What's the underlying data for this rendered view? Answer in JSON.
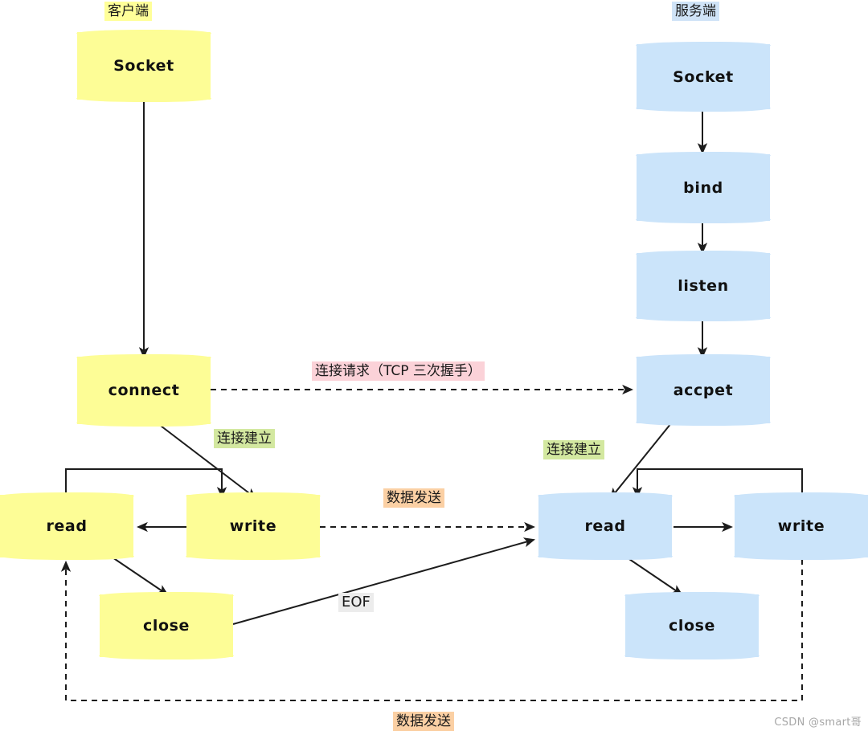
{
  "diagram": {
    "title": "Socket TCP client-server call flow",
    "columns": {
      "client": {
        "label": "客户端",
        "color": "#ffff99"
      },
      "server": {
        "label": "服务端",
        "color": "#cfe3f7"
      }
    },
    "client_nodes": [
      {
        "id": "c-socket",
        "label": "Socket"
      },
      {
        "id": "c-connect",
        "label": "connect"
      },
      {
        "id": "c-read",
        "label": "read"
      },
      {
        "id": "c-write",
        "label": "write"
      },
      {
        "id": "c-close",
        "label": "close"
      }
    ],
    "server_nodes": [
      {
        "id": "s-socket",
        "label": "Socket"
      },
      {
        "id": "s-bind",
        "label": "bind"
      },
      {
        "id": "s-listen",
        "label": "listen"
      },
      {
        "id": "s-accpet",
        "label": "accpet"
      },
      {
        "id": "s-read",
        "label": "read"
      },
      {
        "id": "s-write",
        "label": "write"
      },
      {
        "id": "s-close",
        "label": "close"
      }
    ],
    "annotations": [
      {
        "id": "handshake",
        "text": "连接请求（TCP 三次握手）",
        "color": "#fbd2d8"
      },
      {
        "id": "client-established",
        "text": "连接建立",
        "color": "#d3e8a0"
      },
      {
        "id": "server-established",
        "text": "连接建立",
        "color": "#d3e8a0"
      },
      {
        "id": "data-send-top",
        "text": "数据发送",
        "color": "#fbd0a4"
      },
      {
        "id": "eof",
        "text": "EOF",
        "color": "#ececec"
      },
      {
        "id": "data-send-bottom",
        "text": "数据发送",
        "color": "#fbd0a4"
      }
    ],
    "watermark": "CSDN @smart哥",
    "palette": {
      "client_fill": "#fdfd96",
      "server_fill": "#cbe4fa",
      "stroke": "#1c1c1c",
      "background": "#ffffff"
    }
  }
}
